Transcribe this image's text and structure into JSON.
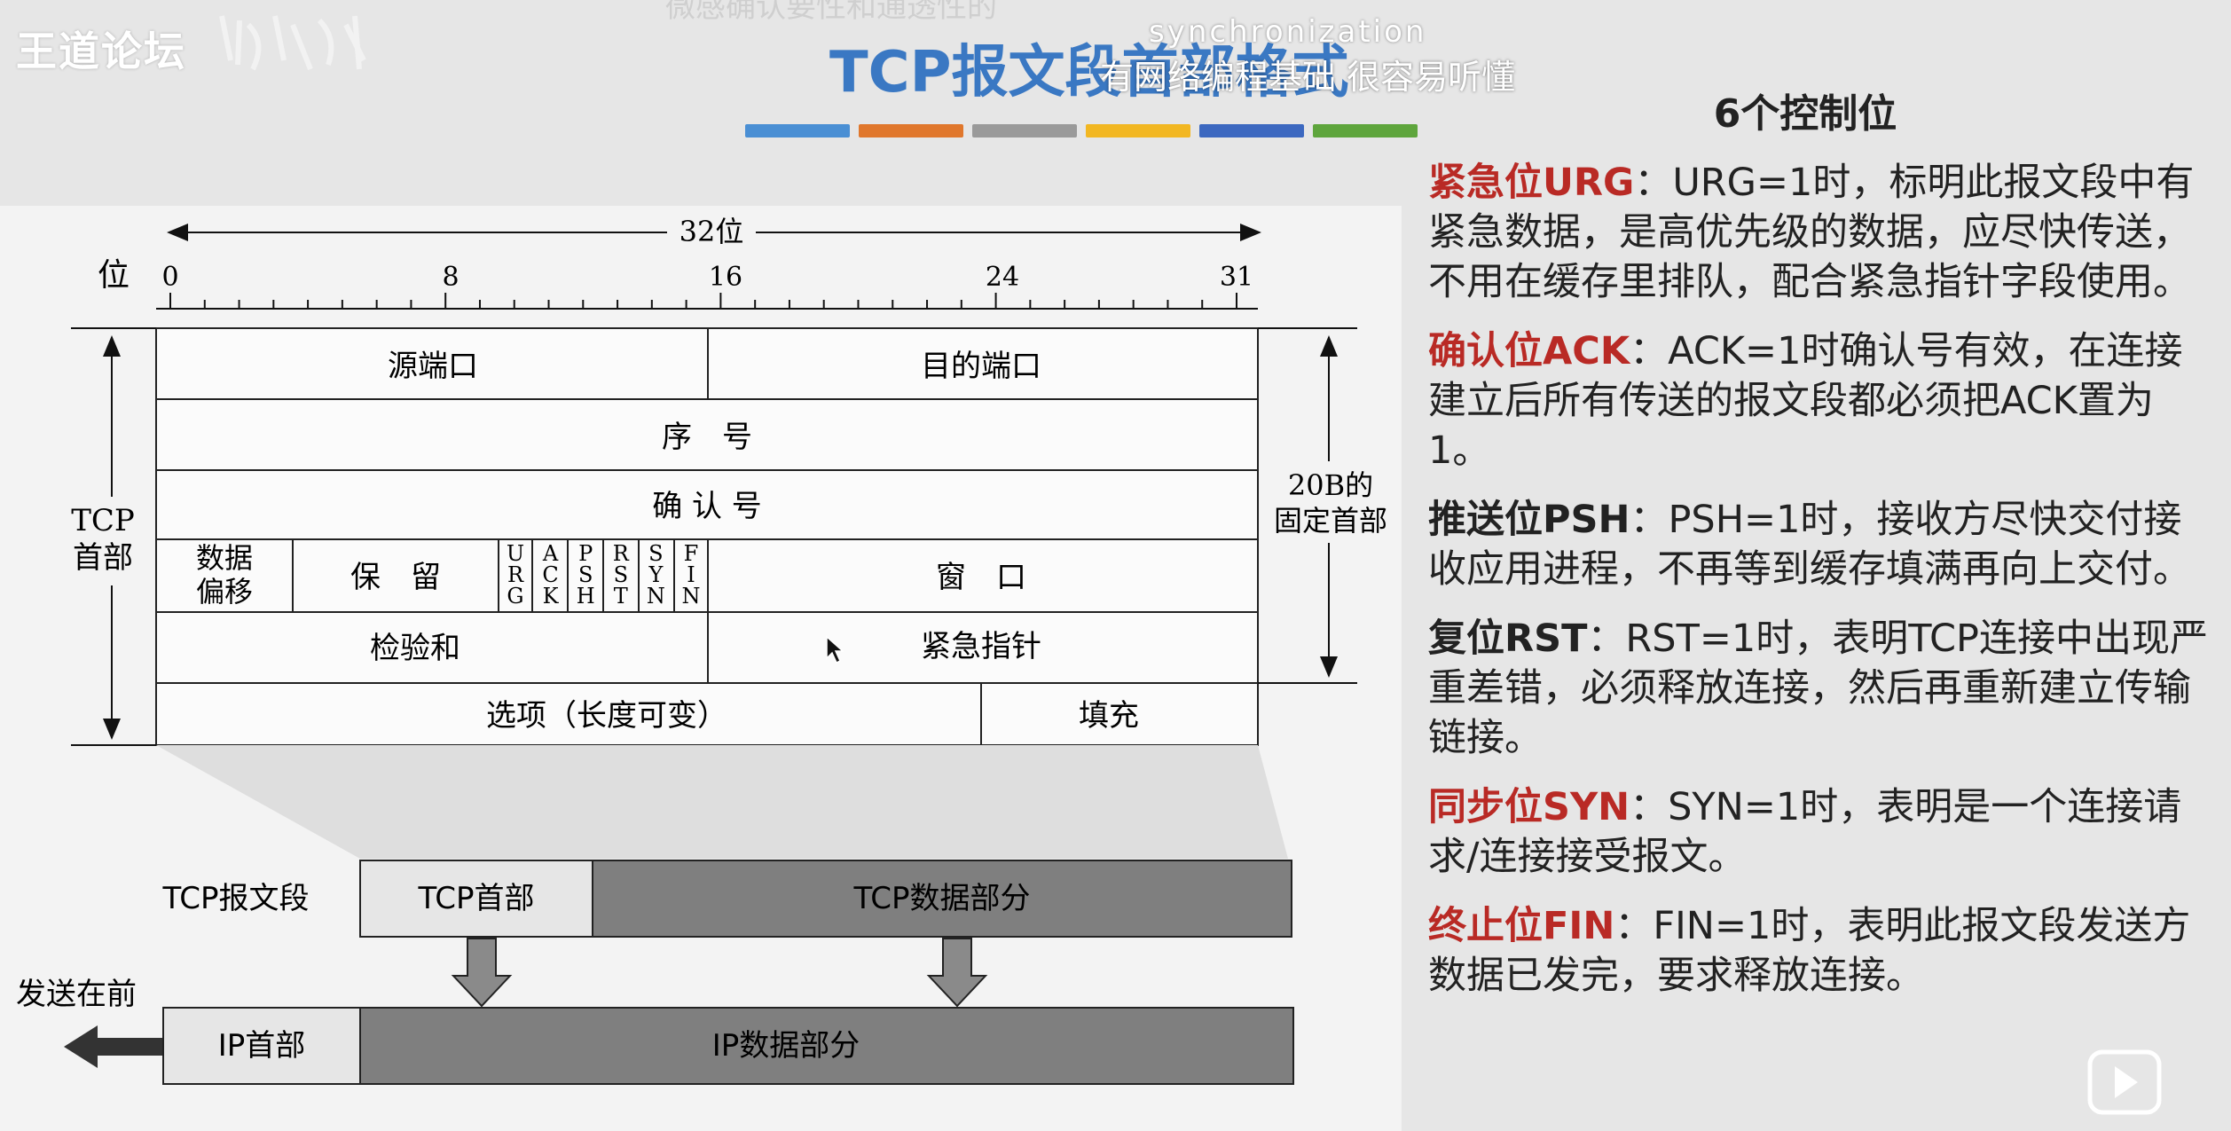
{
  "overlay": {
    "watermark": "王道论坛",
    "subtitle_top": "微感确认要性和通透性的",
    "subtitle_sync": "synchronization",
    "subtitle_main": "有网络编程基础 很容易听懂"
  },
  "slide": {
    "title": "TCP报文段首部格式",
    "bar_colors": [
      "#4a8fd4",
      "#e0772c",
      "#9a9a9a",
      "#f2b722",
      "#3c68c0",
      "#5ea53c"
    ]
  },
  "diagram": {
    "width_label": "32位",
    "bit_label": "位",
    "ticks": [
      "0",
      "8",
      "16",
      "24",
      "31"
    ],
    "rows": {
      "src_port": "源端口",
      "dst_port": "目的端口",
      "seq": "序　号",
      "ack_num": "确 认 号",
      "data_offset": [
        "数据",
        "偏移"
      ],
      "reserved": "保　留",
      "flags": [
        "URG",
        "ACK",
        "PSH",
        "RST",
        "SYN",
        "FIN"
      ],
      "window": "窗　口",
      "checksum": "检验和",
      "urgent_ptr": "紧急指针",
      "options": "选项（长度可变）",
      "padding": "填充"
    },
    "left_label": [
      "TCP",
      "首部"
    ],
    "right_label": [
      "20B的",
      "固定首部"
    ],
    "segment": {
      "label": "TCP报文段",
      "header": "TCP首部",
      "data": "TCP数据部分"
    },
    "ip": {
      "send_first": "发送在前",
      "header": "IP首部",
      "data": "IP数据部分"
    }
  },
  "controls": {
    "title": "6个控制位",
    "items": [
      {
        "name": "紧急位URG",
        "desc": "URG=1时，标明此报文段中有紧急数据，是高优先级的数据，应尽快传送，不用在缓存里排队，配合紧急指针字段使用。",
        "color": "red"
      },
      {
        "name": "确认位ACK",
        "desc": "ACK=1时确认号有效，在连接建立后所有传送的报文段都必须把ACK置为1。",
        "color": "red"
      },
      {
        "name": "推送位PSH",
        "desc": "PSH=1时，接收方尽快交付接收应用进程，不再等到缓存填满再向上交付。",
        "color": "dark"
      },
      {
        "name": "复位RST",
        "desc": "RST=1时，表明TCP连接中出现严重差错，必须释放连接，然后再重新建立传输链接。",
        "color": "dark"
      },
      {
        "name": "同步位SYN",
        "desc": "SYN=1时，表明是一个连接请求/连接接受报文。",
        "color": "red"
      },
      {
        "name": "终止位FIN",
        "desc": "FIN=1时，表明此报文段发送方数据已发完，要求释放连接。",
        "color": "red"
      }
    ]
  }
}
